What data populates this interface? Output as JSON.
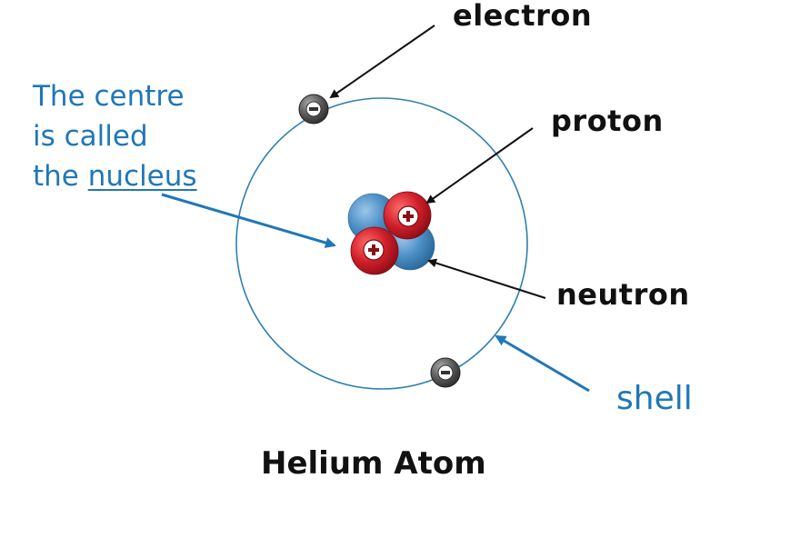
{
  "labels": {
    "electron": "electron",
    "proton": "proton",
    "neutron": "neutron",
    "shell": "shell",
    "nucleus_note_line1": "The centre",
    "nucleus_note_line2": "is called",
    "nucleus_note_prefix": "the ",
    "nucleus_note_word": "nucleus",
    "title": "Helium Atom"
  },
  "colors": {
    "proton": "#d11f2a",
    "neutron": "#3c86bf",
    "electron": "#555555",
    "shell": "#2f7fb0",
    "annotation_blue": "#1f77b8",
    "label_dark": "#111111"
  },
  "icons": {
    "proton_charge": "plus-icon",
    "electron_charge": "minus-icon"
  }
}
